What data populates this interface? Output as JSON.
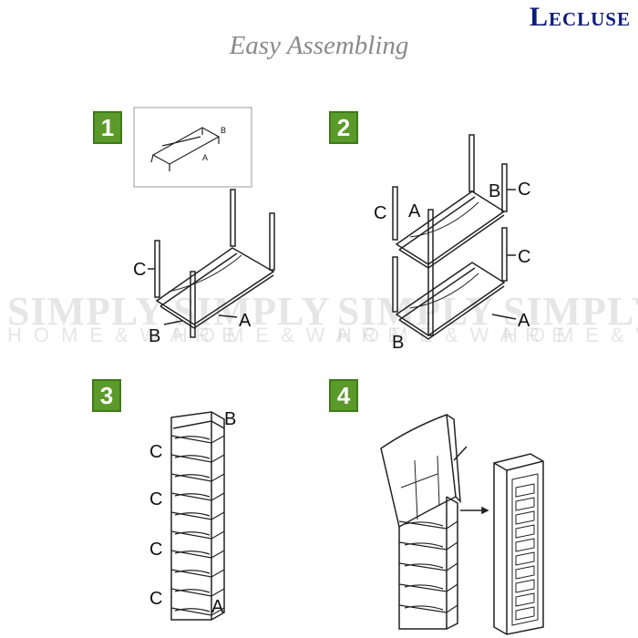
{
  "brand": {
    "logo": "Lecluse"
  },
  "title": "Easy Assembling",
  "steps": [
    {
      "number": "1",
      "labels": {
        "inset_b": "B",
        "inset_a": "A",
        "c": "C",
        "b": "B",
        "a": "A"
      }
    },
    {
      "number": "2",
      "labels": {
        "c_left": "C",
        "a": "A",
        "b_top": "B",
        "c_right_top": "C",
        "c_right_mid": "C",
        "a_bottom": "A",
        "b_bottom": "B"
      }
    },
    {
      "number": "3",
      "labels": {
        "b": "B",
        "c1": "C",
        "c2": "C",
        "c3": "C",
        "c4": "C",
        "a": "A"
      }
    },
    {
      "number": "4"
    }
  ],
  "watermark": {
    "line1": "SIMPLY",
    "line2": "HOME&WARE"
  },
  "colors": {
    "step_green": "#5a9a2a",
    "brand_blue": "#0d1a7a",
    "title_gray": "#8a8a8a"
  }
}
